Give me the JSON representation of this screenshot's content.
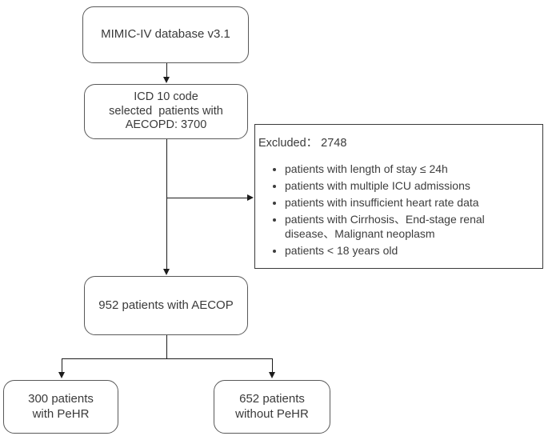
{
  "flowchart": {
    "nodes": {
      "database": {
        "text": "MIMIC-IV database v3.1"
      },
      "icd_selection": {
        "text": "ICD 10 code\nselected  patients with\nAECOPD: 3700"
      },
      "excluded": {
        "title": "Excluded： 2748",
        "bullets": [
          "patients with length of stay ≤ 24h",
          "patients with multiple ICU admissions",
          "patients with insufficient heart rate data",
          "patients with Cirrhosis、End-stage renal disease、Malignant neoplasm",
          "patients < 18 years old"
        ]
      },
      "cohort": {
        "text": "952 patients with AECOP"
      },
      "with_pehr": {
        "text": "300 patients\nwith PeHR"
      },
      "without_pehr": {
        "text": "652 patients\nwithout PeHR"
      }
    },
    "colors": {
      "node_border": "#595959",
      "excluded_border": "#3a3a3a",
      "connector": "#1c1c1c",
      "text": "#3a3a3a",
      "background": "#ffffff"
    }
  }
}
